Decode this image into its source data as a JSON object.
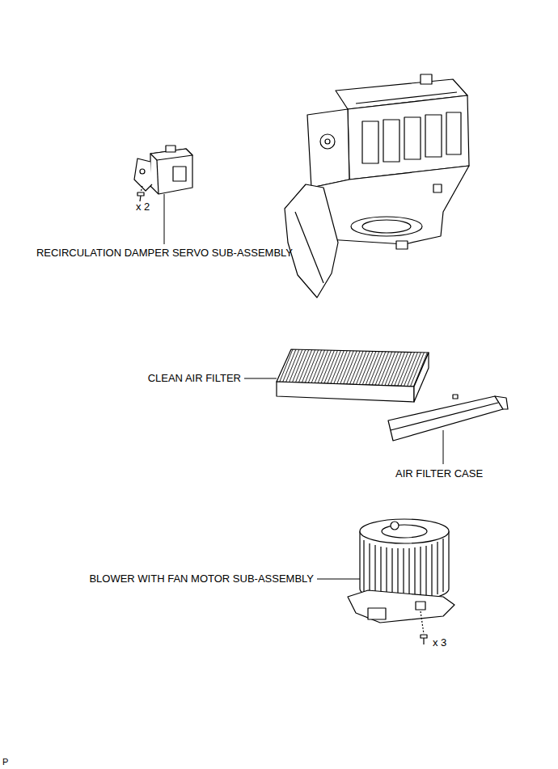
{
  "diagram": {
    "labels": [
      "x 2",
      "RECIRCULATION DAMPER SERVO SUB-ASSEMBLY",
      "CLEAN AIR FILTER",
      "AIR FILTER CASE",
      "BLOWER WITH FAN MOTOR SUB-ASSEMBLY",
      "x 3",
      "P"
    ]
  }
}
